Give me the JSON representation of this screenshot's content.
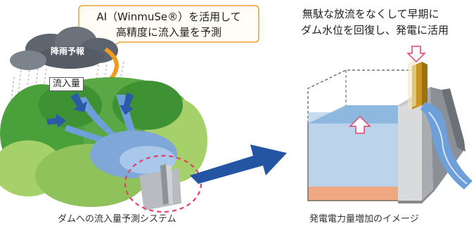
{
  "left_callout": {
    "line1": "AI（WinmuSe®）を活用して",
    "line2": "高精度に流入量を予測"
  },
  "rain_label": "降雨予報",
  "inflow_label": "流入量",
  "right_text": {
    "line1": "無駄な放流をなくして早期に",
    "line2": "ダム水位を回復し、発電に活用"
  },
  "captions": {
    "left": "ダムへの流入量予測システム",
    "right": "発電電力量増加のイメージ"
  },
  "colors": {
    "callout_border": "#f0a030",
    "orange_arrow": "#f39a1e",
    "blue_arrow": "#2b5aa8",
    "big_arrow": "#2455a3",
    "mountain_green": "#4aa03a",
    "light_green": "#a6d06a",
    "water_blue": "#6f9fd8",
    "reservoir_blue": "#8fb8e0",
    "sand": "#f0a880",
    "dam_gray": "#9a9a9a",
    "gate_gold": "#c8961e",
    "dashed_red": "#e0406a"
  }
}
